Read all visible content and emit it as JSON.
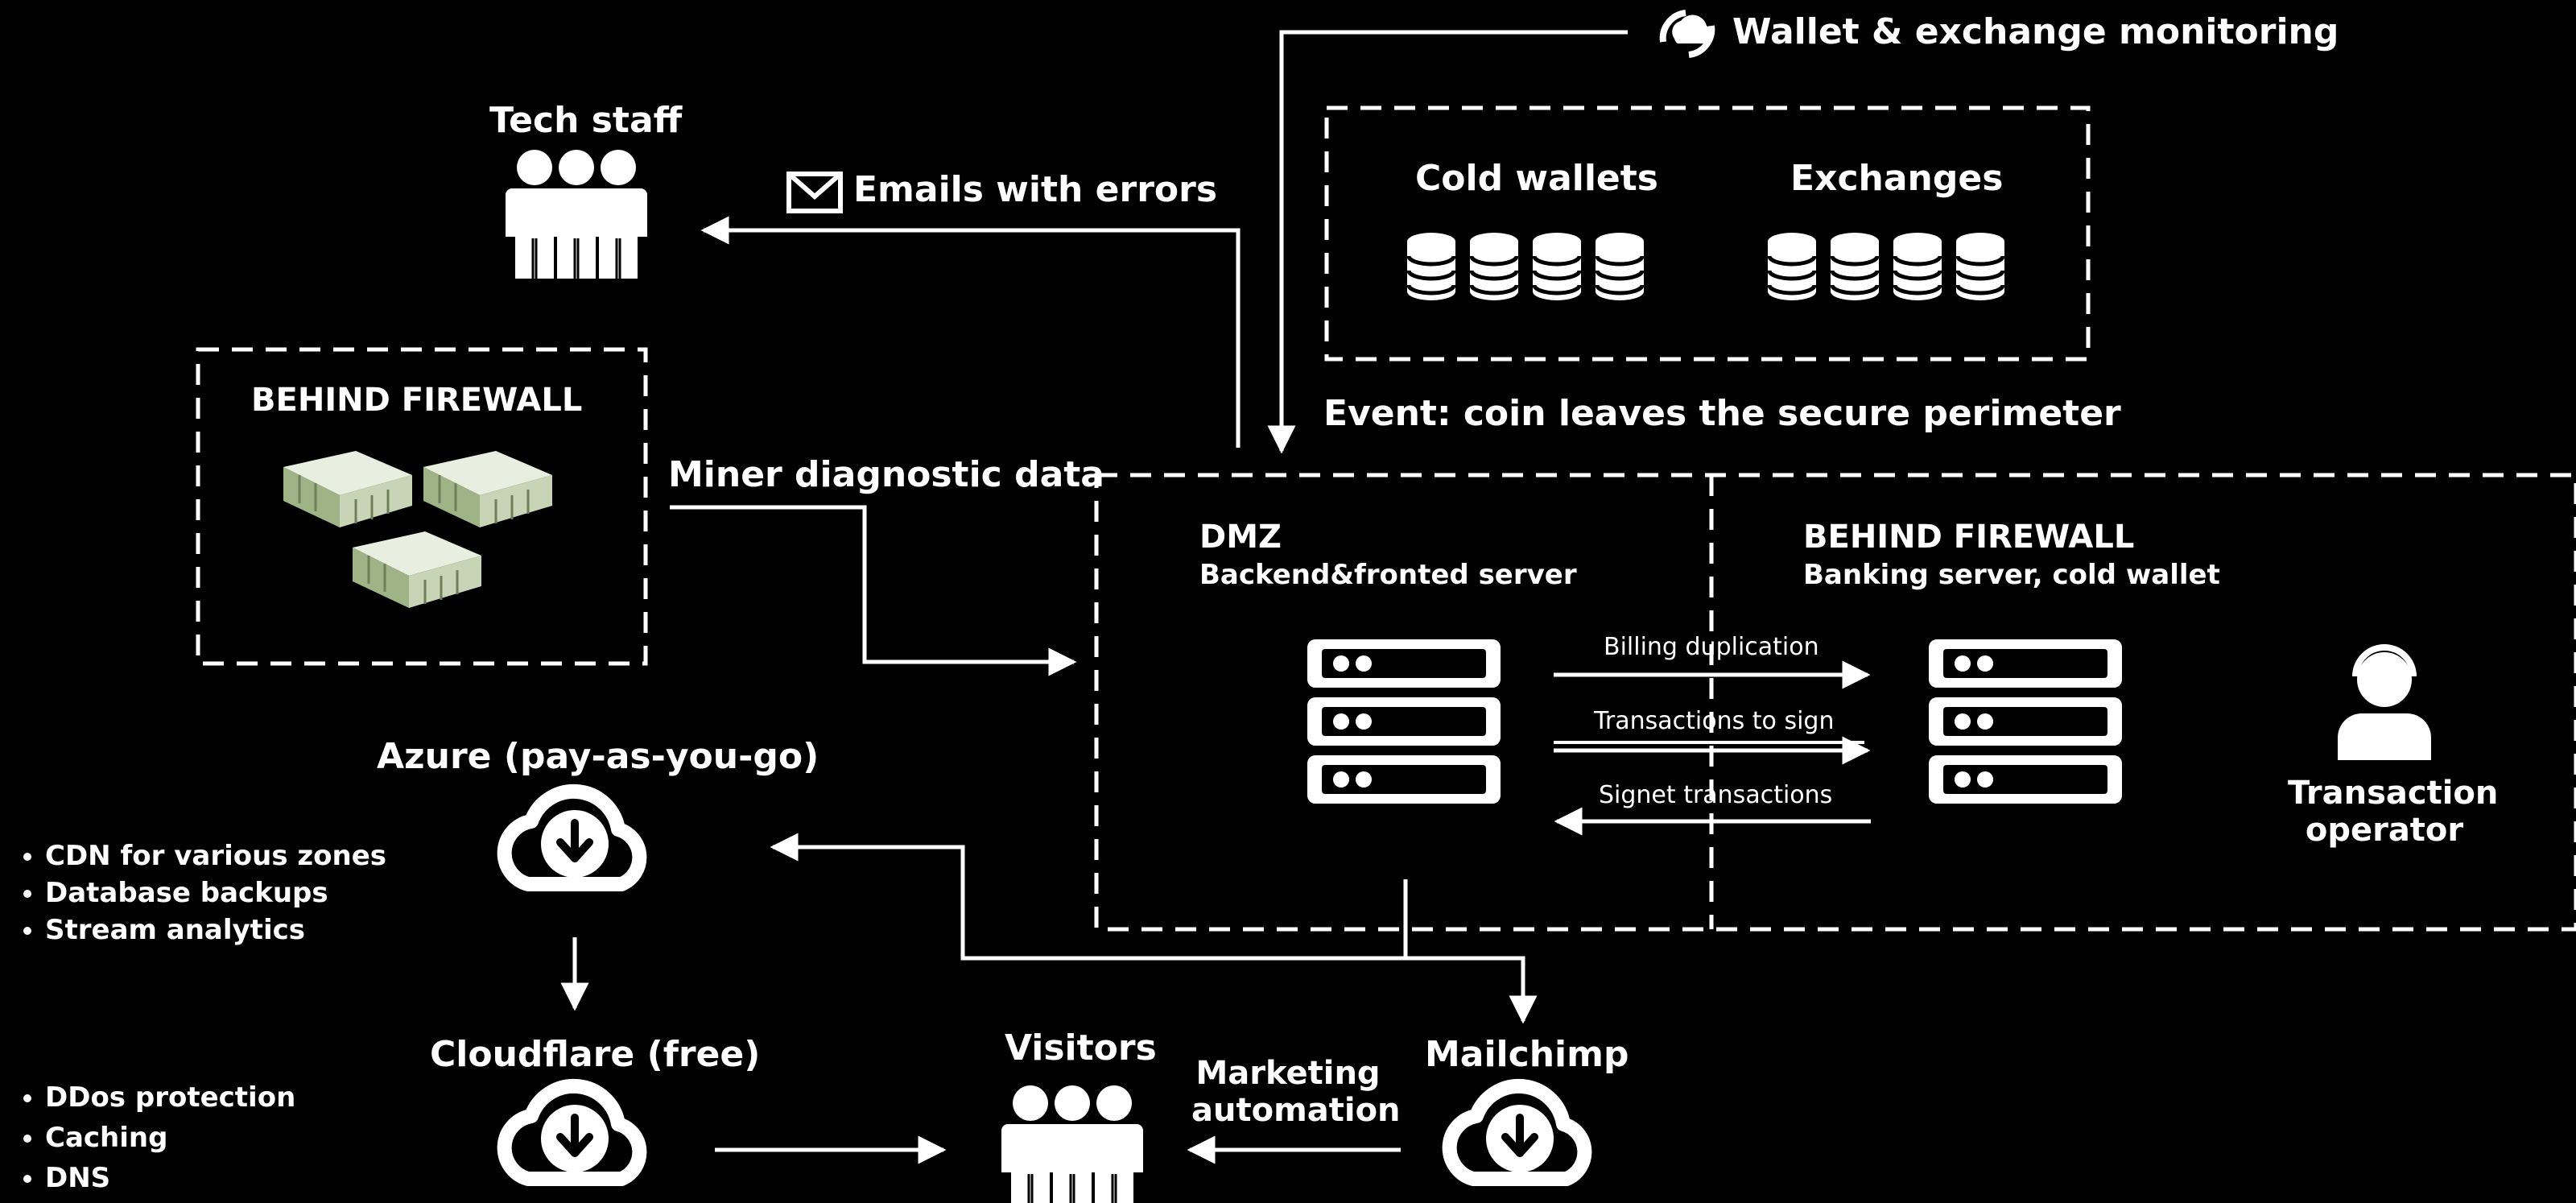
{
  "labels": {
    "wallet_monitoring": "Wallet & exchange monitoring",
    "tech_staff": "Tech staff",
    "emails_with_errors": "Emails with errors",
    "cold_wallets": "Cold wallets",
    "exchanges": "Exchanges",
    "event": "Event: coin leaves the secure perimeter",
    "behind_firewall_miners": "BEHIND FIREWALL",
    "miner_diagnostic": "Miner diagnostic data",
    "dmz_title": "DMZ",
    "dmz_subtitle": "Backend&fronted server",
    "bf_title": "BEHIND FIREWALL",
    "bf_subtitle": "Banking server, cold wallet",
    "billing_duplication": "Billing duplication",
    "transactions_to_sign": "Transactions to sign",
    "signet_transactions": "Signet transactions",
    "transaction_operator_1": "Transaction",
    "transaction_operator_2": "operator",
    "azure": "Azure (pay-as-you-go)",
    "cloudflare": "Cloudflare (free)",
    "visitors": "Visitors",
    "marketing_1": "Marketing",
    "marketing_2": "automation",
    "mailchimp": "Mailchimp"
  },
  "azure_features": [
    "CDN for various zones",
    "Database backups",
    "Stream analytics"
  ],
  "cloudflare_features": [
    "DDos protection",
    "Caching",
    "DNS"
  ],
  "colors": {
    "background": "#000000",
    "foreground": "#ffffff",
    "miner_green": "#9fb486"
  }
}
